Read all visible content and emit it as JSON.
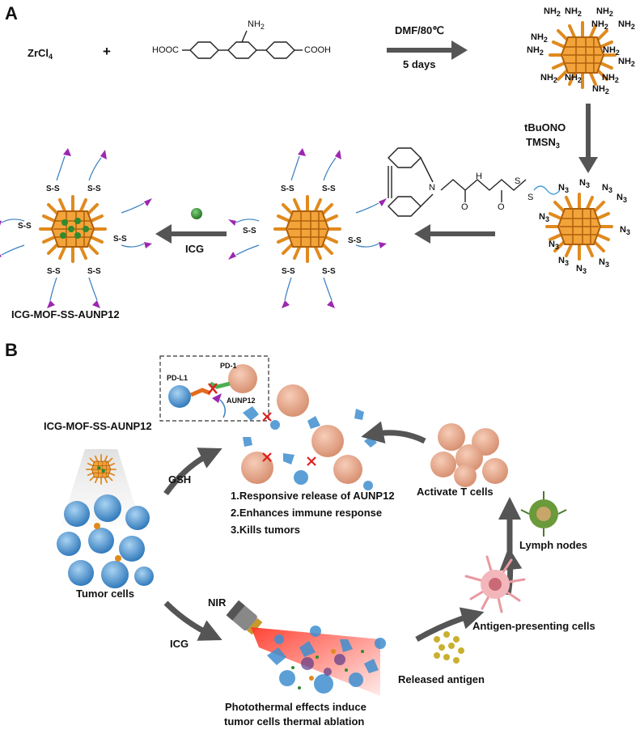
{
  "panel_a": {
    "label": "A",
    "reagent_zr": "ZrCl",
    "reagent_zr_sub": "4",
    "plus": "+",
    "linker_left": "HOOC",
    "linker_right": "COOH",
    "linker_amine": "NH",
    "linker_amine_sub": "2",
    "condition_solvent": "DMF/80℃",
    "condition_time": "5 days",
    "azide_reagent_1": "tBuONO",
    "azide_reagent_2": "TMSN",
    "azide_reagent_2_sub": "3",
    "amine_group": "NH",
    "amine_group_sub": "2",
    "azide_group": "N",
    "azide_group_sub": "3",
    "dbco_N": "N",
    "dbco_H": "H",
    "dbco_O1": "O",
    "dbco_O2": "O",
    "dbco_S1": "S",
    "dbco_S2": "S",
    "disulfide": "S-S",
    "icg_step": "ICG",
    "product": "ICG-MOF-SS-AUNP12"
  },
  "panel_b": {
    "label": "B",
    "pd_l1": "PD-L1",
    "pd_1": "PD-1",
    "aunp12": "AUNP12",
    "nanoparticle": "ICG-MOF-SS-AUNP12",
    "gsh": "GSH",
    "icg": "ICG",
    "effect_1": "1.Responsive release of AUNP12",
    "effect_2": "2.Enhances immune response",
    "effect_3": "3.Kills tumors",
    "activate_t": "Activate T cells",
    "lymph": "Lymph nodes",
    "tumor": "Tumor cells",
    "nir": "NIR",
    "apc": "Antigen-presenting cells",
    "released": "Released antigen",
    "photothermal_1": "Photothermal effects induce",
    "photothermal_2": "tumor cells thermal ablation"
  },
  "colors": {
    "framework": "#e08a1e",
    "framework_dark": "#b0600a",
    "arrow_gray": "#555555",
    "tumor_blue": "#3f8fd0",
    "t_cell": "#e6a88a",
    "laser_red": "#e8201a",
    "peptide_purple": "#9c27b0",
    "icg_green": "#2e8b2e",
    "antigen_yellow": "#c9b030"
  },
  "icons": [
    "mof-framework-icon",
    "tumor-cell-icon",
    "t-cell-icon",
    "lymph-node-icon",
    "dendritic-cell-icon",
    "laser-icon",
    "icg-bead-icon"
  ]
}
